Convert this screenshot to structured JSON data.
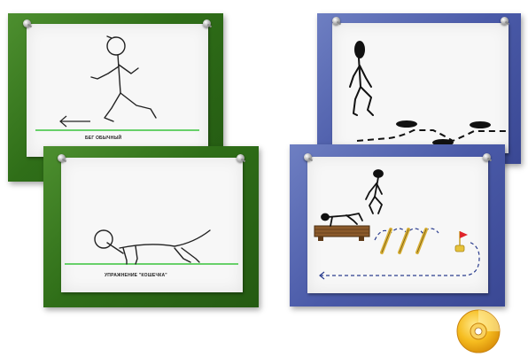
{
  "cards": [
    {
      "id": "run",
      "caption": "БЕГ ОБЫЧНЫЙ",
      "frame_color": "#2f6e18"
    },
    {
      "id": "hops",
      "caption": "",
      "frame_color": "#4a5aa8"
    },
    {
      "id": "cat",
      "caption": "УПРАЖНЕНИЕ \"КОШЕЧКА\"",
      "frame_color": "#2f6e18"
    },
    {
      "id": "course",
      "caption": "",
      "frame_color": "#4a5aa8"
    }
  ],
  "icons": {
    "disc": "cd-disc-icon",
    "arrow": "arrow-left-icon",
    "flag": "flag-icon"
  },
  "colors": {
    "ground_line": "#39c43c",
    "bench": "#8b5a2b",
    "stick": "#d9b23a",
    "flag": "#e0242a",
    "path": "#2c3e8f",
    "disc": "#f2b81e"
  }
}
